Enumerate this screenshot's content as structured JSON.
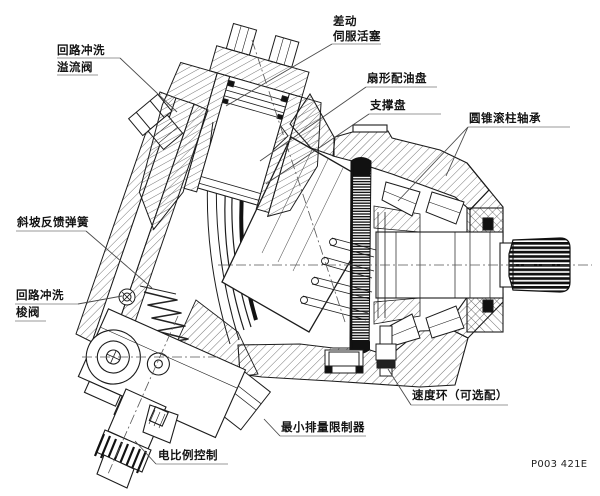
{
  "diagram": {
    "description": "Sectional engineering drawing of a bent-axis axial piston pump with Chinese part callouts",
    "part_number": "P003 421E",
    "labels": {
      "flushing_relief_valve": {
        "line1": "回路冲洗",
        "line2": "溢流阀"
      },
      "differential_servo_piston": {
        "line1": "差动",
        "line2": "伺服活塞"
      },
      "sector_valve_plate": {
        "text": "扇形配油盘"
      },
      "support_plate": {
        "text": "支撑盘"
      },
      "tapered_roller_bearing": {
        "text": "圆锥滚柱轴承"
      },
      "ramp_feedback_spring": {
        "text": "斜坡反馈弹簧"
      },
      "flushing_shuttle_valve": {
        "line1": "回路冲洗",
        "line2": "梭阀"
      },
      "electric_proportional_control": {
        "text": "电比例控制"
      },
      "min_displacement_limiter": {
        "text": "最小排量限制器"
      },
      "speed_ring_optional": {
        "text": "速度环（可选配）"
      }
    },
    "colors": {
      "line": "#1c1c1c",
      "background": "#ffffff"
    }
  }
}
